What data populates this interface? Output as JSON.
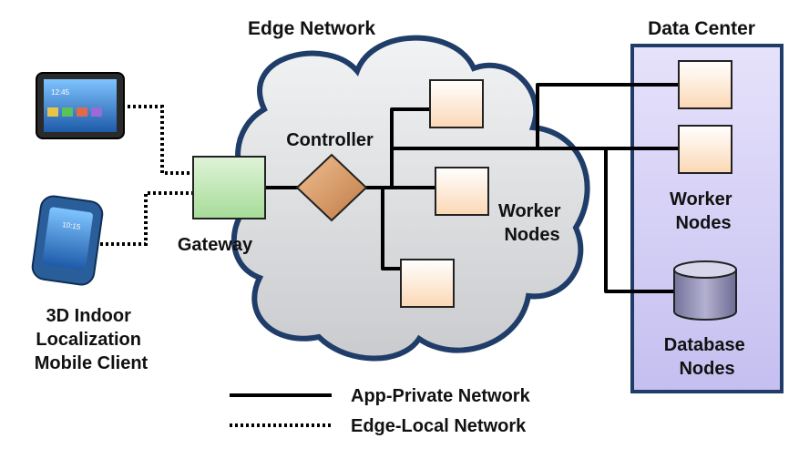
{
  "labels": {
    "edge_network": "Edge Network",
    "data_center": "Data Center",
    "controller": "Controller",
    "gateway": "Gateway",
    "edge_workers": [
      "Worker",
      "Nodes"
    ],
    "dc_workers": [
      "Worker",
      "Nodes"
    ],
    "database": [
      "Database",
      "Nodes"
    ],
    "mobile_client": [
      "3D Indoor",
      "Localization",
      "Mobile Client"
    ]
  },
  "legend": {
    "app_private": "App-Private Network",
    "edge_local": "Edge-Local Network"
  },
  "devices": {
    "tablet_time": "12:45",
    "phone_time": "10:15"
  },
  "colors": {
    "cloud_fill": "#d6d8db",
    "cloud_stroke": "#1f3d68",
    "datacenter_fill": "#d2cdf0",
    "datacenter_stroke": "#1f3d68",
    "gateway_fill": "#b9e4b0",
    "controller_fill": "#d4955e",
    "node_fill": "#fde4cc",
    "database_fill": "#8c8aad"
  }
}
